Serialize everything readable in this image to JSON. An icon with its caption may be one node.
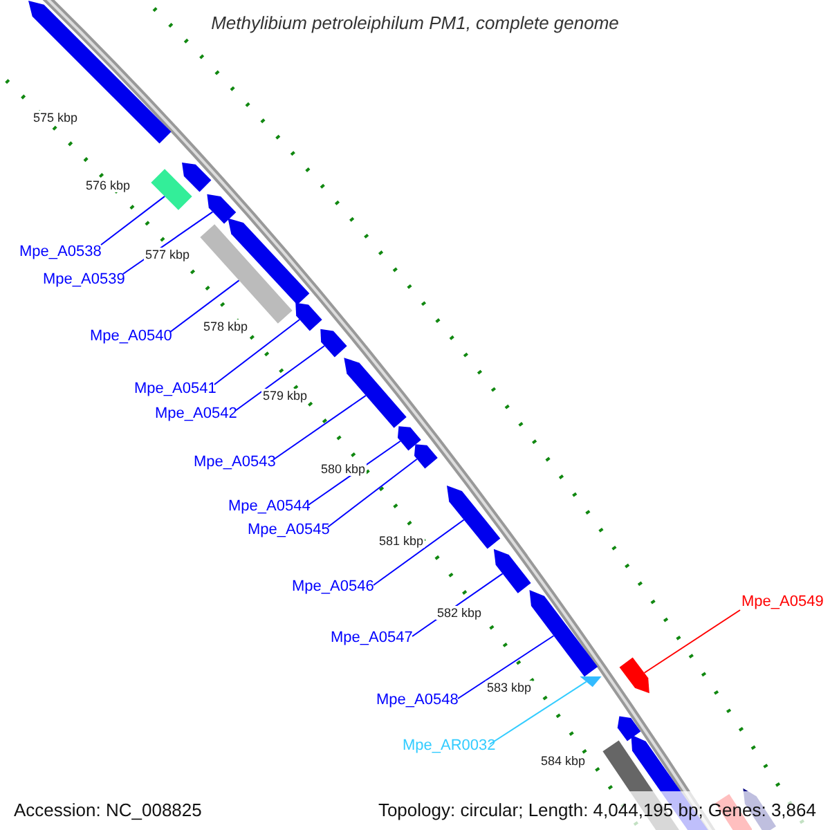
{
  "diagram": {
    "title": "Methylibium petroleiphilum PM1, complete genome",
    "nodes": [
      {
        "text": [
          "Mpe_A0538"
        ]
      },
      {
        "text": [
          "Mpe_A0539"
        ]
      },
      {
        "text": [
          "Mpe_A0540"
        ]
      },
      {
        "text": [
          "Mpe_A0541"
        ]
      },
      {
        "text": [
          "Mpe_A0542"
        ]
      },
      {
        "text": [
          "Mpe_A0543"
        ]
      },
      {
        "text": [
          "Mpe_A0544"
        ]
      },
      {
        "text": [
          "Mpe_A0545"
        ]
      },
      {
        "text": [
          "Mpe_A0546"
        ]
      },
      {
        "text": [
          "Mpe_A0549"
        ]
      },
      {
        "text": [
          "Mpe_A0547"
        ]
      },
      {
        "text": [
          "Mpe_A0548"
        ]
      },
      {
        "text": [
          "Mpe_AR0032"
        ]
      },
      {
        "text": [],
        "shape": "pentagon"
      },
      {
        "text": [],
        "shape": "box"
      },
      {
        "text": [],
        "shape": "pentagon"
      },
      {
        "text": [],
        "shape": "pentagon"
      },
      {
        "text": [],
        "shape": "box"
      },
      {
        "text": [],
        "shape": "pentagon"
      },
      {
        "text": [],
        "shape": "pentagon"
      },
      {
        "text": [],
        "shape": "pentagon"
      },
      {
        "text": [],
        "shape": "pentagon"
      },
      {
        "text": [],
        "shape": "pentagon"
      },
      {
        "text": [],
        "shape": "pentagon"
      },
      {
        "text": [],
        "shape": "pentagon"
      },
      {
        "text": [],
        "shape": "pentagon"
      },
      {
        "text": [],
        "shape": "pentagon"
      },
      {
        "text": [],
        "shape": "triangle"
      },
      {
        "text": [],
        "shape": "pentagon"
      },
      {
        "text": [],
        "shape": "pentagon"
      },
      {
        "text": [],
        "shape": "pentagon"
      },
      {
        "text": [],
        "shape": "box"
      },
      {
        "text": [],
        "shape": "pentagon"
      },
      {
        "text": [],
        "shape": "pentagon"
      }
    ],
    "edges": [
      {
        "from": 0,
        "to": 14,
        "arrow": "none"
      },
      {
        "from": 1,
        "to": 16,
        "arrow": "none"
      },
      {
        "from": 2,
        "to": 17,
        "arrow": "none"
      },
      {
        "from": 3,
        "to": 19,
        "arrow": "none"
      },
      {
        "from": 4,
        "to": 20,
        "arrow": "none"
      },
      {
        "from": 5,
        "to": 21,
        "arrow": "none"
      },
      {
        "from": 6,
        "to": 22,
        "arrow": "none"
      },
      {
        "from": 7,
        "to": 23,
        "arrow": "none"
      },
      {
        "from": 8,
        "to": 24,
        "arrow": "none"
      },
      {
        "from": 9,
        "to": 28,
        "arrow": "none",
        "color": "#ff0000"
      },
      {
        "from": 10,
        "to": 25,
        "arrow": "none"
      },
      {
        "from": 11,
        "to": 26,
        "arrow": "none"
      },
      {
        "from": 12,
        "to": 27,
        "arrow": "none",
        "color": "#33ccff"
      }
    ],
    "labels": [
      "575 kbp",
      "576 kbp",
      "577 kbp",
      "578 kbp",
      "579 kbp",
      "580 kbp",
      "581 kbp",
      "582 kbp",
      "583 kbp",
      "584 kbp",
      "Accession: NC_008825",
      "Topology: circular; Length: 4,044,195 bp; Genes: 3,864"
    ]
  }
}
